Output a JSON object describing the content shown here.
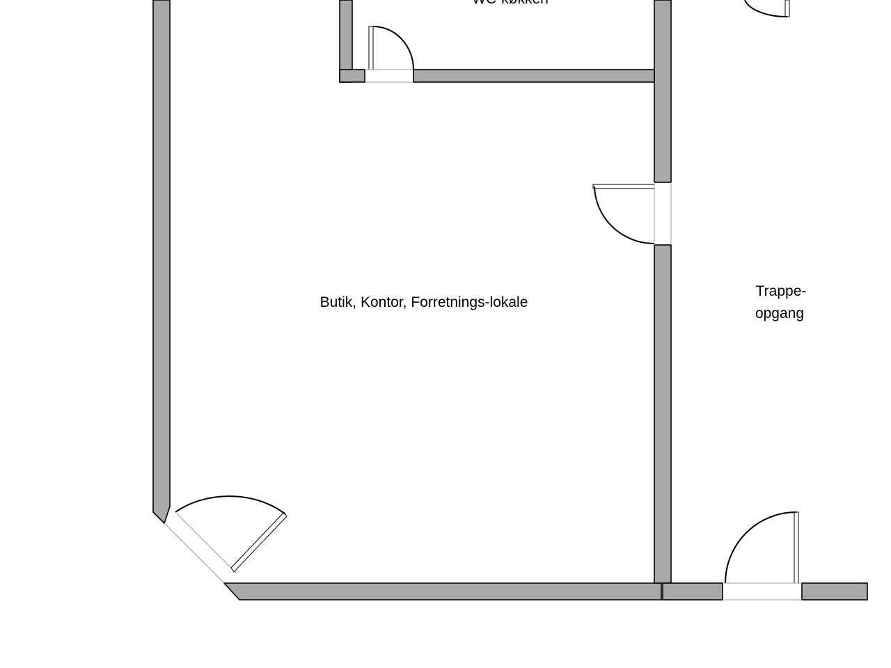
{
  "rooms": {
    "main": {
      "label": "Butik, Kontor, Forretnings-lokale"
    },
    "stair": {
      "label_line1": "Trappe-",
      "label_line2": "opgang"
    },
    "top": {
      "label": "WC-køkken"
    }
  }
}
